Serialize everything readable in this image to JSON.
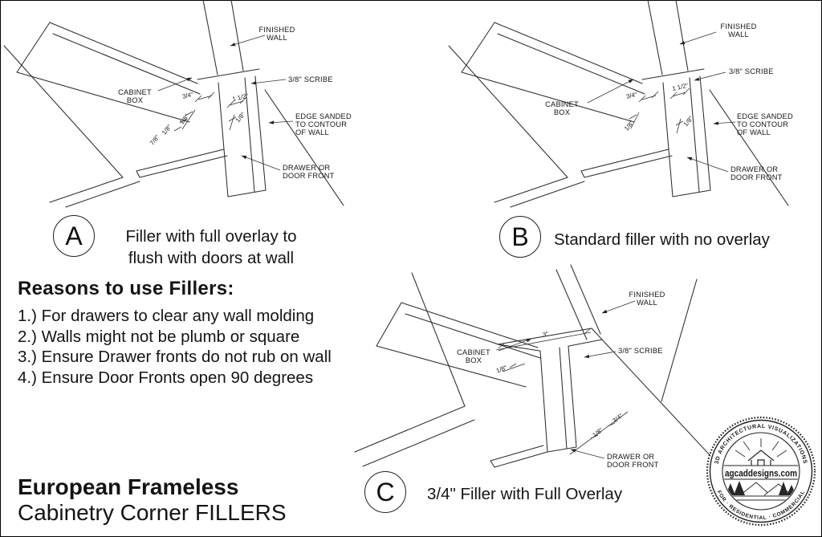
{
  "sections": {
    "a": {
      "letter": "A",
      "caption": "Filler with full overlay to\nflush with doors at wall"
    },
    "b": {
      "letter": "B",
      "caption": "Standard filler with no overlay"
    },
    "c": {
      "letter": "C",
      "caption": "3/4\" Filler with Full Overlay"
    }
  },
  "reasons": {
    "heading": "Reasons to use Fillers:",
    "items": [
      "1.) For drawers to clear any wall molding",
      "2.) Walls might not be plumb or square",
      "3.) Ensure Drawer fronts do not rub on wall",
      "4.) Ensure Door Fronts open 90 degrees"
    ]
  },
  "title": {
    "line1": "European Frameless",
    "line2": "Cabinetry Corner FILLERS"
  },
  "diagram_a": {
    "finished_wall_1": "FINISHED",
    "finished_wall_2": "WALL",
    "scribe": "3/8\" SCRIBE",
    "cabinet_1": "CABINET",
    "cabinet_2": "BOX",
    "edge_1": "EDGE SANDED",
    "edge_2": "TO CONTOUR",
    "edge_3": "OF WALL",
    "drawer_1": "DRAWER OR",
    "drawer_2": "DOOR FRONT",
    "dims": {
      "d34": "3/4\"",
      "d112": "1 1/2\"",
      "d18a": "1/8\"",
      "d18b": "1/8\"",
      "d78": "7/8\"",
      "d18c": "1/8\""
    }
  },
  "diagram_b": {
    "finished_wall_1": "FINISHED",
    "finished_wall_2": "WALL",
    "scribe": "3/8\" SCRIBE",
    "cabinet_1": "CABINET",
    "cabinet_2": "BOX",
    "edge_1": "EDGE SANDED",
    "edge_2": "TO CONTOUR",
    "edge_3": "OF WALL",
    "drawer_1": "DRAWER OR",
    "drawer_2": "DOOR FRONT",
    "dims": {
      "d34": "3/4\"",
      "d112": "1 1/2\"",
      "d18a": "1/8\"",
      "d18b": "1/8\""
    }
  },
  "diagram_c": {
    "finished_wall_1": "FINISHED",
    "finished_wall_2": "WALL",
    "scribe": "3/8\" SCRIBE",
    "cabinet_1": "CABINET",
    "cabinet_2": "BOX",
    "drawer_1": "DRAWER OR",
    "drawer_2": "DOOR FRONT",
    "dims": {
      "d3": "3\"",
      "d18a": "1/8\"",
      "d34": "3/4\"",
      "d18b": "1/8\""
    }
  },
  "logo": {
    "arc_top": "3D ARCHITECTURAL VISUALIZATIONS",
    "arc_bottom": "FOR  ·  RESIDENTIAL  ·  COMMERCIAL",
    "site": "agcaddesigns.com"
  }
}
